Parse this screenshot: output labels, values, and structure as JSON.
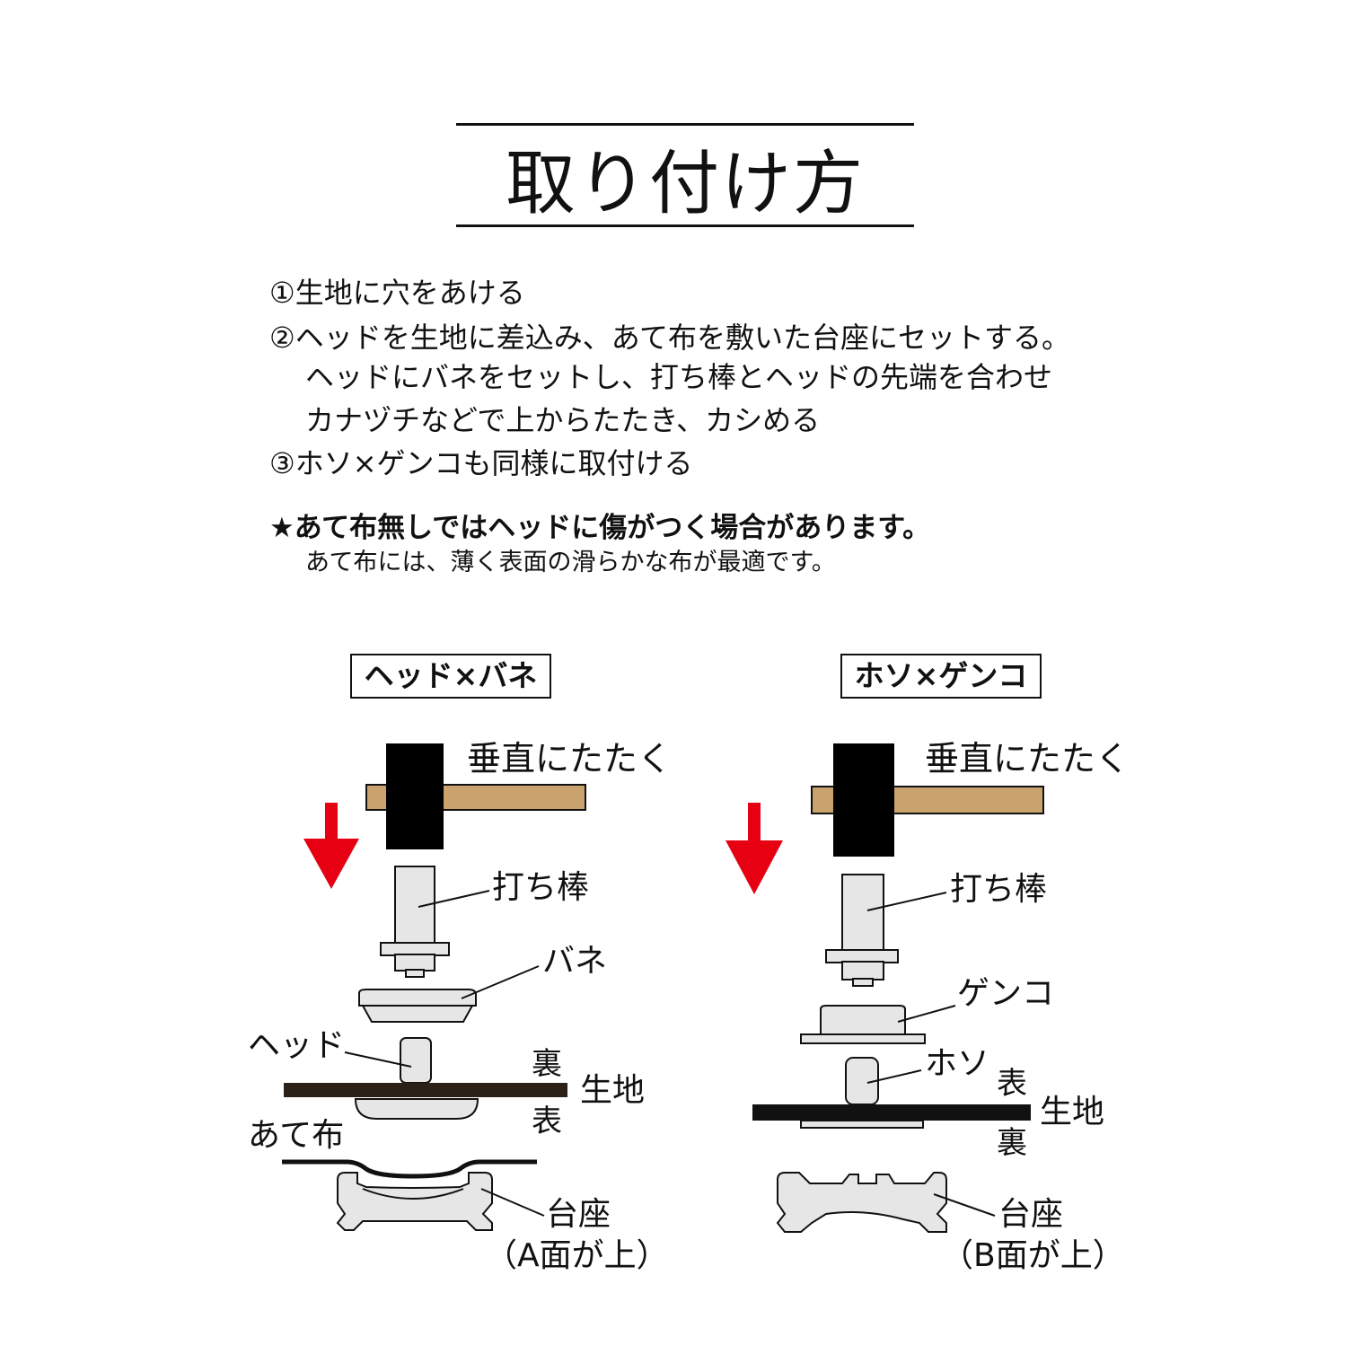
{
  "title": "取り付け方",
  "steps": [
    "①生地に穴をあける",
    "②ヘッドを生地に差込み、あて布を敷いた台座にセットする。",
    "ヘッドにバネをセットし、打ち棒とヘッドの先端を合わせ",
    "カナヅチなどで上からたたき、カシめる",
    "③ホソ×ゲンコも同様に取付ける"
  ],
  "warning": "★あて布無しではヘッドに傷がつく場合があります。",
  "note": "あて布には、薄く表面の滑らかな布が最適です。",
  "colors": {
    "arrow": "#e60012",
    "handle": "#c9a26e",
    "fabric_left": "#2b2118",
    "fabric_right": "#111111",
    "metal": "#e6e6e6"
  },
  "left_diagram": {
    "heading": "ヘッド×バネ",
    "hammer_label": "垂直にたたく",
    "rod_label": "打ち棒",
    "spring_label": "バネ",
    "head_label": "ヘッド",
    "back_label": "裏",
    "fabric_label": "生地",
    "front_label": "表",
    "pad_label": "あて布",
    "base_label": "台座",
    "base_side": "（A面が上）"
  },
  "right_diagram": {
    "heading": "ホソ×ゲンコ",
    "hammer_label": "垂直にたたく",
    "rod_label": "打ち棒",
    "genko_label": "ゲンコ",
    "hoso_label": "ホソ",
    "front_label": "表",
    "fabric_label": "生地",
    "back_label": "裏",
    "base_label": "台座",
    "base_side": "（B面が上）"
  }
}
